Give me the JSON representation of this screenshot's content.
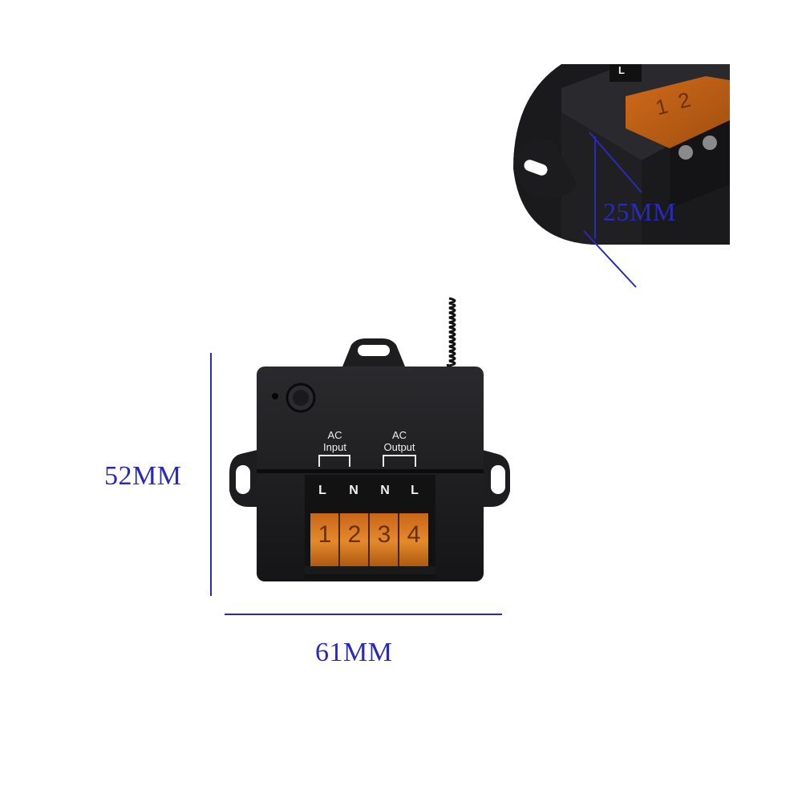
{
  "dimensions": {
    "height_label": "52MM",
    "width_label": "61MM",
    "depth_label": "25MM"
  },
  "device": {
    "input_group": {
      "line1": "AC",
      "line2": "Input"
    },
    "output_group": {
      "line1": "AC",
      "line2": "Output"
    },
    "terminal_letters": [
      "L",
      "N",
      "N",
      "L"
    ],
    "terminal_numbers": [
      "1",
      "2",
      "3",
      "4"
    ]
  },
  "detail_view": {
    "letter": "L",
    "terminal_numbers": [
      "1",
      "2"
    ]
  },
  "colors": {
    "body": "#1c1c1e",
    "terminal_amber": "#d9771f",
    "dimension_blue": "#2a2ab8"
  }
}
